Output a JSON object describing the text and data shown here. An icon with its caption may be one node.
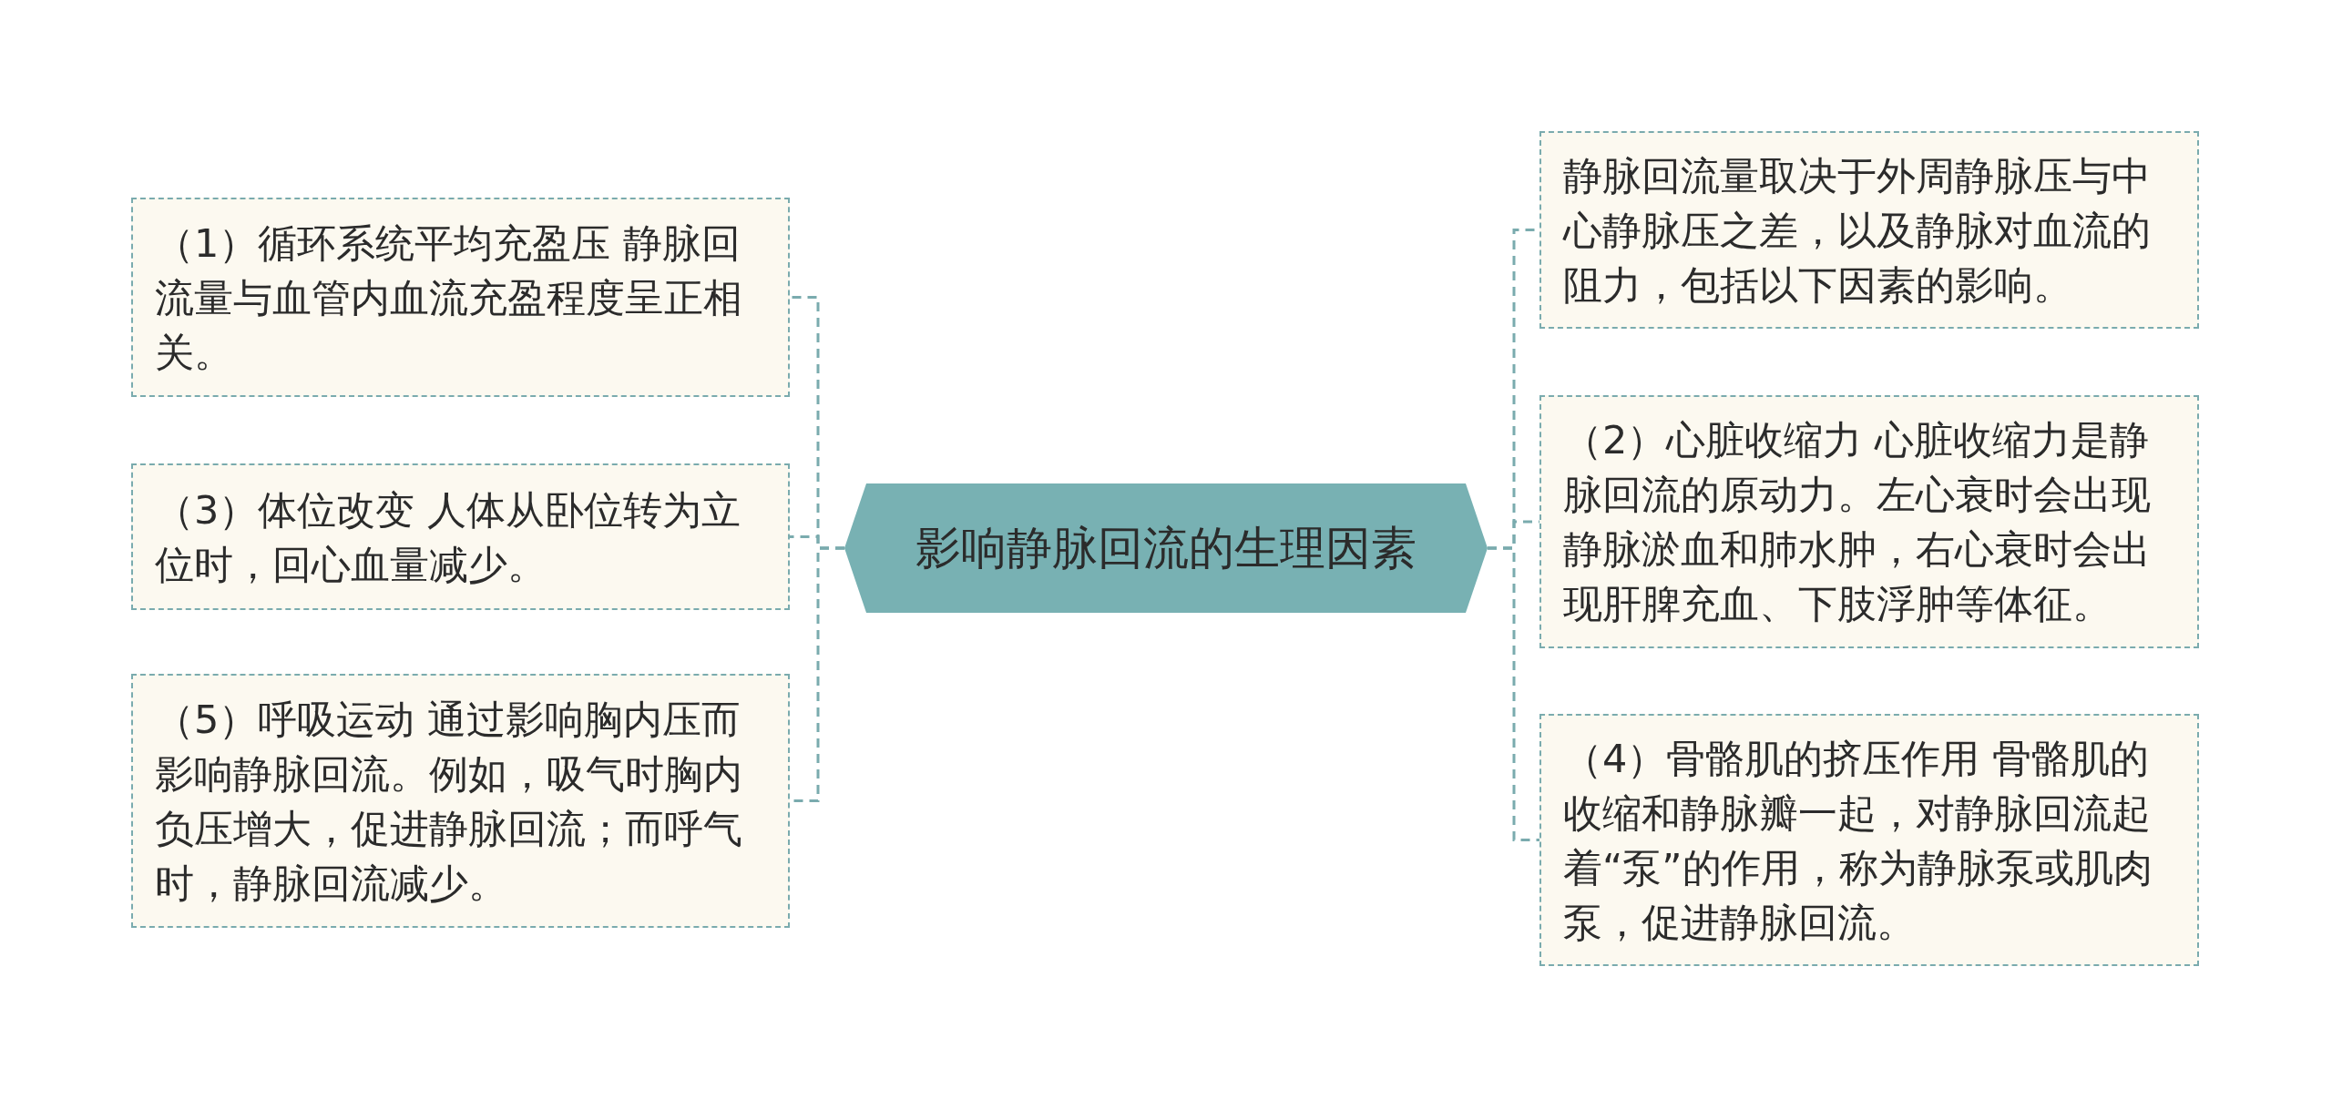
{
  "diagram": {
    "nodes": [
      {
        "text": [
          "影响静脉回流的生理因素"
        ]
      },
      {
        "text": [
          "（1）循环系统平均充盈压 静脉回流量与血管内血流充盈程度呈正相关。"
        ]
      },
      {
        "text": [
          "（3）体位改变 人体从卧位转为立位时，回心血量减少。"
        ]
      },
      {
        "text": [
          "（5）呼吸运动 通过影响胸内压而影响静脉回流。例如，吸气时胸内负压增大，促进静脉回流；而呼气时，静脉回流减少。"
        ]
      },
      {
        "text": [
          "静脉回流量取决于外周静脉压与中心静脉压之差，以及静脉对血流的阻力，包括以下因素的影响。"
        ]
      },
      {
        "text": [
          "（2）心脏收缩力 心脏收缩力是静脉回流的原动力。左心衰时会出现静脉淤血和肺水肿，右心衰时会出现肝脾充血、下肢浮肿等体征。"
        ]
      },
      {
        "text": [
          "（4）骨骼肌的挤压作用 骨骼肌的收缩和静脉瓣一起，对静脉回流起着“泵”的作用，称为静脉泵或肌肉泵，促进静脉回流。"
        ]
      }
    ],
    "edges": [
      {
        "from": 0,
        "to": 1,
        "arrow": "none",
        "style": "dashed"
      },
      {
        "from": 0,
        "to": 2,
        "arrow": "none",
        "style": "dashed"
      },
      {
        "from": 0,
        "to": 3,
        "arrow": "none",
        "style": "dashed"
      },
      {
        "from": 0,
        "to": 4,
        "arrow": "none",
        "style": "dashed"
      },
      {
        "from": 0,
        "to": 5,
        "arrow": "none",
        "style": "dashed"
      },
      {
        "from": 0,
        "to": 6,
        "arrow": "none",
        "style": "dashed"
      }
    ]
  }
}
